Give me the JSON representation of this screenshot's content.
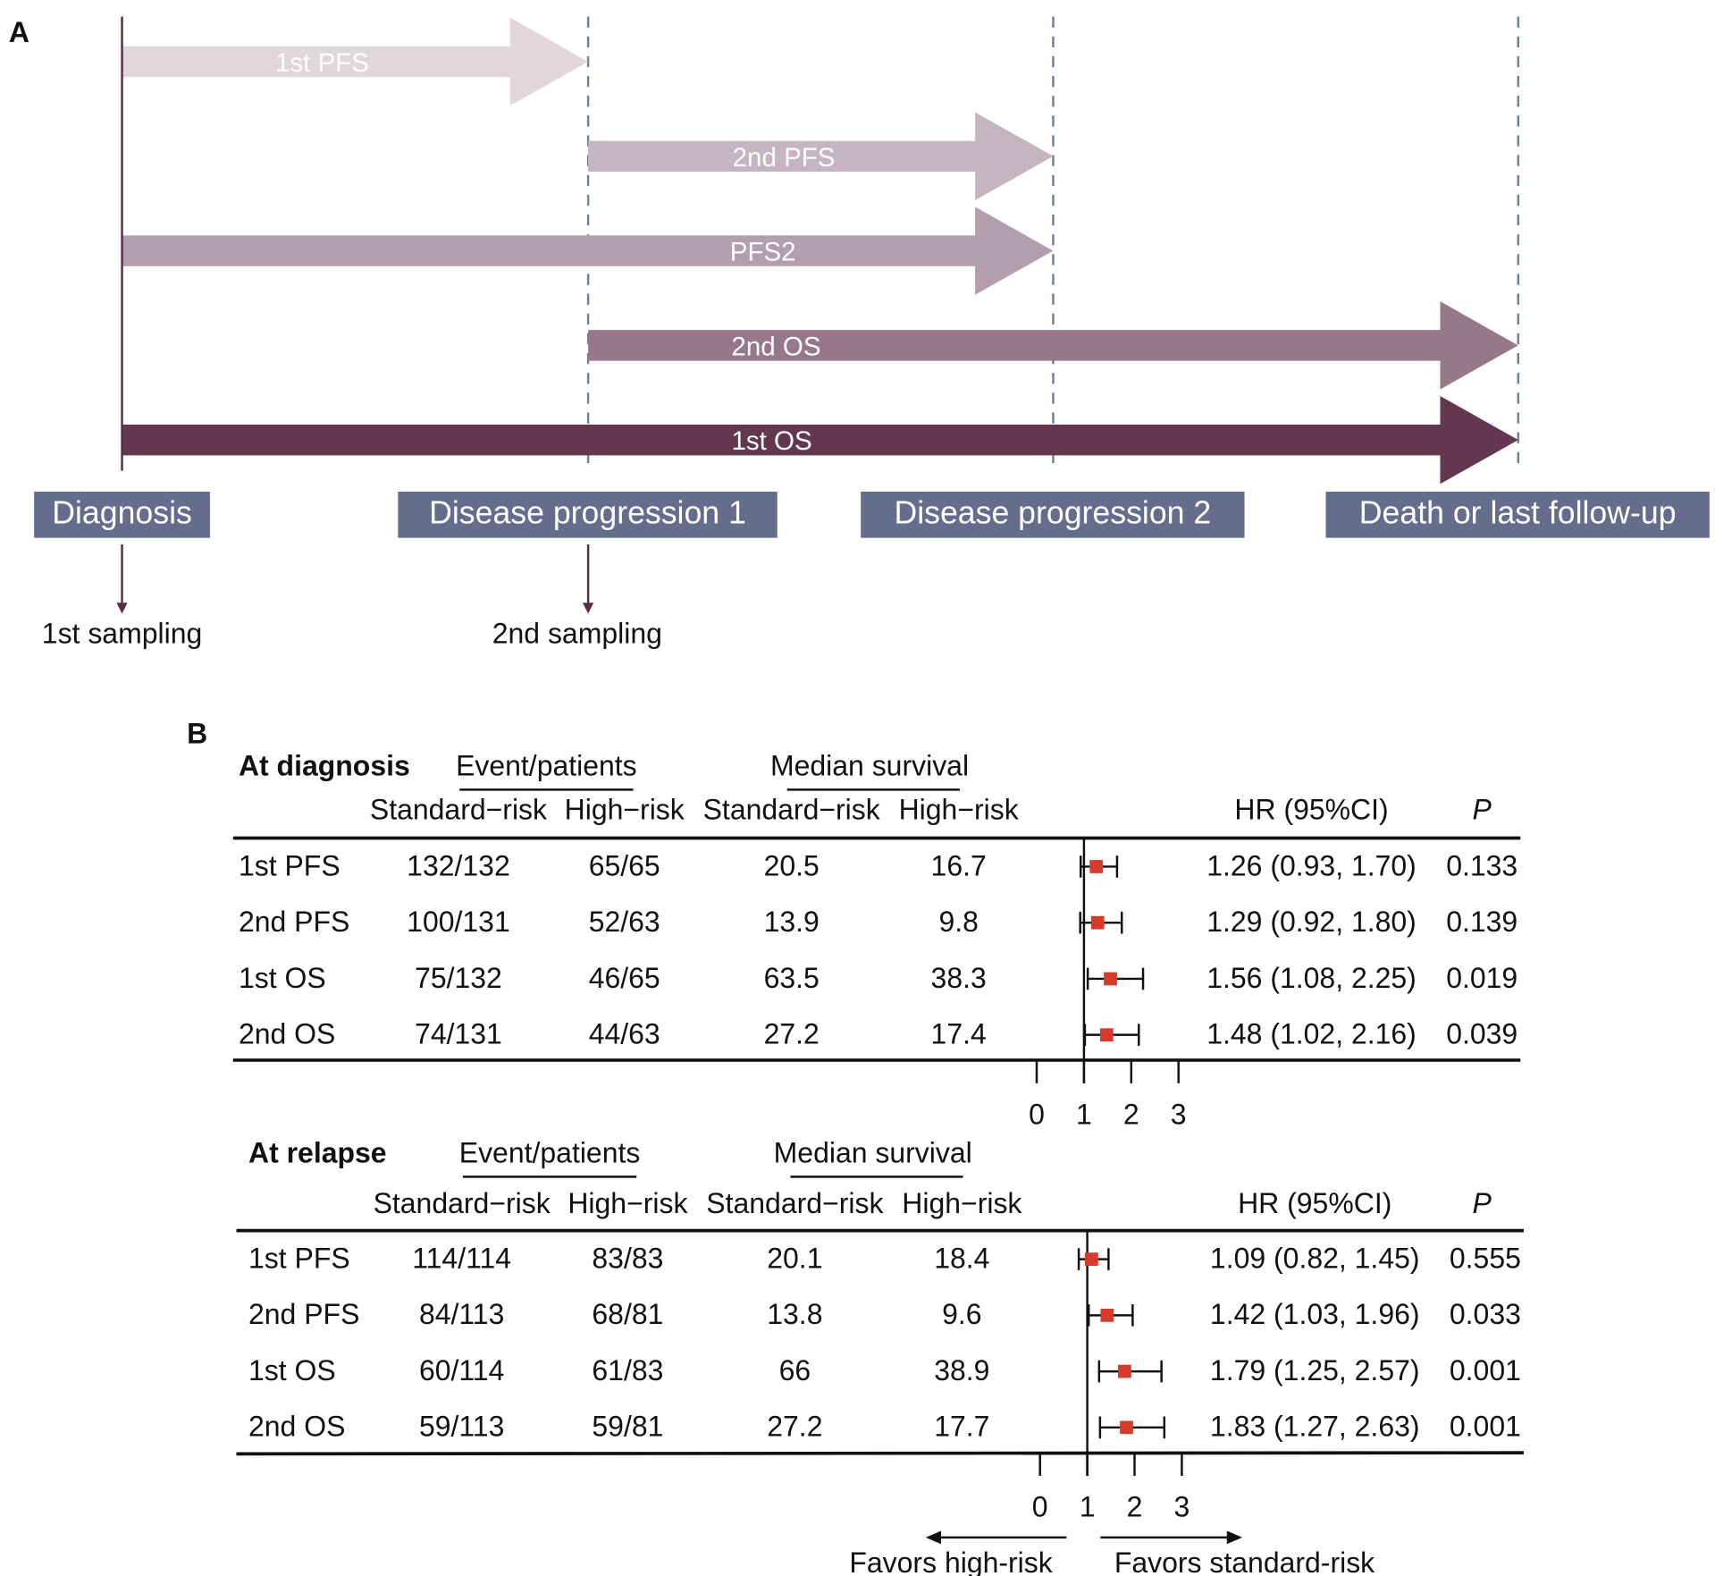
{
  "panel_a": {
    "label": "A",
    "arrows": [
      {
        "label": "1st PFS",
        "from": "Diagnosis",
        "to": "Disease progression 1",
        "color": "#e0d6dc"
      },
      {
        "label": "2nd PFS",
        "from": "Disease progression 1",
        "to": "Disease progression 2",
        "color": "#c4b5bf"
      },
      {
        "label": "PFS2",
        "from": "Diagnosis",
        "to": "Disease progression 2",
        "color": "#b39ead"
      },
      {
        "label": "2nd OS",
        "from": "Disease progression 1",
        "to": "Death or last follow-up",
        "color": "#967888"
      },
      {
        "label": "1st OS",
        "from": "Diagnosis",
        "to": "Death or last follow-up",
        "color": "#643750"
      }
    ],
    "milestones": [
      "Diagnosis",
      "Disease progression 1",
      "Disease progression 2",
      "Death or last follow-up"
    ],
    "samplings": [
      "1st sampling",
      "2nd sampling"
    ],
    "box_color": "#646d8c"
  },
  "panel_b": {
    "label": "B",
    "headers": {
      "event": "Event/patients",
      "median": "Median survival",
      "std": "Standard−risk",
      "high": "High−risk",
      "hr": "HR (95%CI)",
      "p": "P"
    },
    "axis_ticks": [
      "0",
      "1",
      "2",
      "3"
    ],
    "favors_left": "Favors high-risk",
    "favors_right": "Favors standard-risk",
    "marker_color": "#d93a2b",
    "sections": [
      {
        "title": "At diagnosis",
        "rows": [
          {
            "name": "1st PFS",
            "ev_std": "132/132",
            "ev_high": "65/65",
            "med_std": "20.5",
            "med_high": "16.7",
            "hr_text": "1.26 (0.93, 1.70)",
            "p": "0.133",
            "hr": 1.26,
            "lo": 0.93,
            "hi": 1.7
          },
          {
            "name": "2nd PFS",
            "ev_std": "100/131",
            "ev_high": "52/63",
            "med_std": "13.9",
            "med_high": "9.8",
            "hr_text": "1.29 (0.92, 1.80)",
            "p": "0.139",
            "hr": 1.29,
            "lo": 0.92,
            "hi": 1.8
          },
          {
            "name": "1st OS",
            "ev_std": "75/132",
            "ev_high": "46/65",
            "med_std": "63.5",
            "med_high": "38.3",
            "hr_text": "1.56 (1.08, 2.25)",
            "p": "0.019",
            "hr": 1.56,
            "lo": 1.08,
            "hi": 2.25
          },
          {
            "name": "2nd OS",
            "ev_std": "74/131",
            "ev_high": "44/63",
            "med_std": "27.2",
            "med_high": "17.4",
            "hr_text": "1.48 (1.02, 2.16)",
            "p": "0.039",
            "hr": 1.48,
            "lo": 1.02,
            "hi": 2.16
          }
        ]
      },
      {
        "title": "At relapse",
        "rows": [
          {
            "name": "1st PFS",
            "ev_std": "114/114",
            "ev_high": "83/83",
            "med_std": "20.1",
            "med_high": "18.4",
            "hr_text": "1.09 (0.82, 1.45)",
            "p": "0.555",
            "hr": 1.09,
            "lo": 0.82,
            "hi": 1.45
          },
          {
            "name": "2nd PFS",
            "ev_std": "84/113",
            "ev_high": "68/81",
            "med_std": "13.8",
            "med_high": "9.6",
            "hr_text": "1.42 (1.03, 1.96)",
            "p": "0.033",
            "hr": 1.42,
            "lo": 1.03,
            "hi": 1.96
          },
          {
            "name": "1st OS",
            "ev_std": "60/114",
            "ev_high": "61/83",
            "med_std": "66",
            "med_high": "38.9",
            "hr_text": "1.79 (1.25, 2.57)",
            "p": "0.001",
            "hr": 1.79,
            "lo": 1.25,
            "hi": 2.57
          },
          {
            "name": "2nd OS",
            "ev_std": "59/113",
            "ev_high": "59/81",
            "med_std": "27.2",
            "med_high": "17.7",
            "hr_text": "1.83 (1.27, 2.63)",
            "p": "0.001",
            "hr": 1.83,
            "lo": 1.27,
            "hi": 2.63
          }
        ]
      }
    ]
  }
}
